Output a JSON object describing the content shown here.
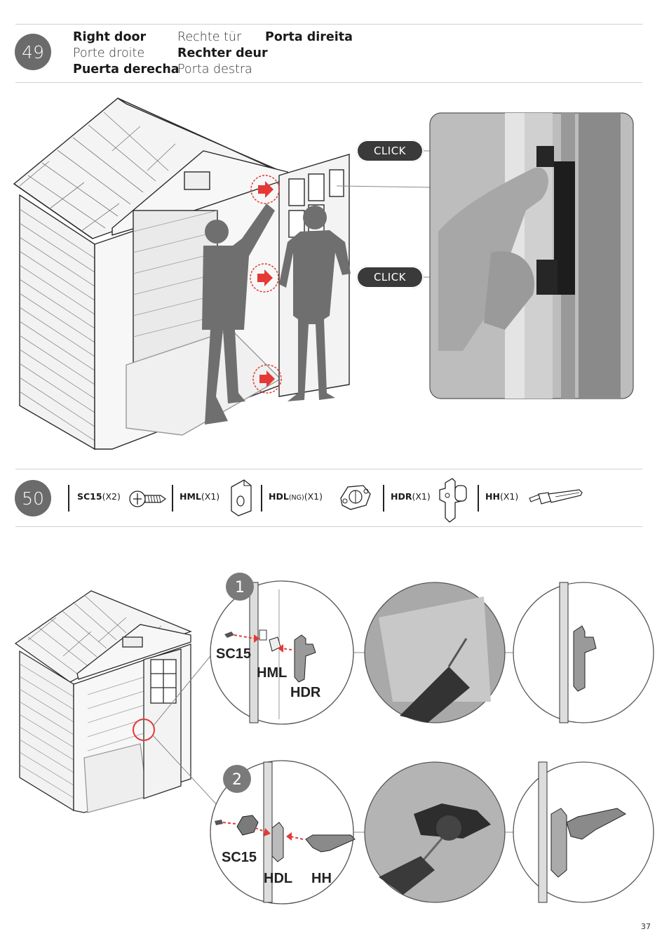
{
  "step49": {
    "number": "49",
    "titles": [
      [
        "Right door",
        "Rechte tür",
        "Porta direita"
      ],
      [
        "Porte droite",
        "Rechter deur"
      ],
      [
        "Puerta derecha",
        "Porta destra"
      ]
    ],
    "click_label_top": "CLICK",
    "click_label_bottom": "CLICK"
  },
  "step50": {
    "number": "50",
    "parts": [
      {
        "code": "SC15",
        "qty": "(X2)",
        "note": "",
        "icon": "screw-icon"
      },
      {
        "code": "HML",
        "qty": "(X1)",
        "note": "",
        "icon": "latch-plate-icon"
      },
      {
        "code": "HDL",
        "qty": "(X1)",
        "note": "(NG)",
        "icon": "lock-body-icon"
      },
      {
        "code": "HDR",
        "qty": "(X1)",
        "note": "",
        "icon": "door-handle-plate-icon"
      },
      {
        "code": "HH",
        "qty": "(X1)",
        "note": "",
        "icon": "lever-handle-icon"
      }
    ],
    "substep1": {
      "number": "1",
      "labels": [
        "SC15",
        "HML",
        "HDR"
      ]
    },
    "substep2": {
      "number": "2",
      "labels": [
        "SC15",
        "HDL",
        "HH"
      ]
    }
  },
  "colors": {
    "accent": "#e53935",
    "badge": "#6b6b6b",
    "ink": "#2a2a2a"
  },
  "page_number": "37"
}
